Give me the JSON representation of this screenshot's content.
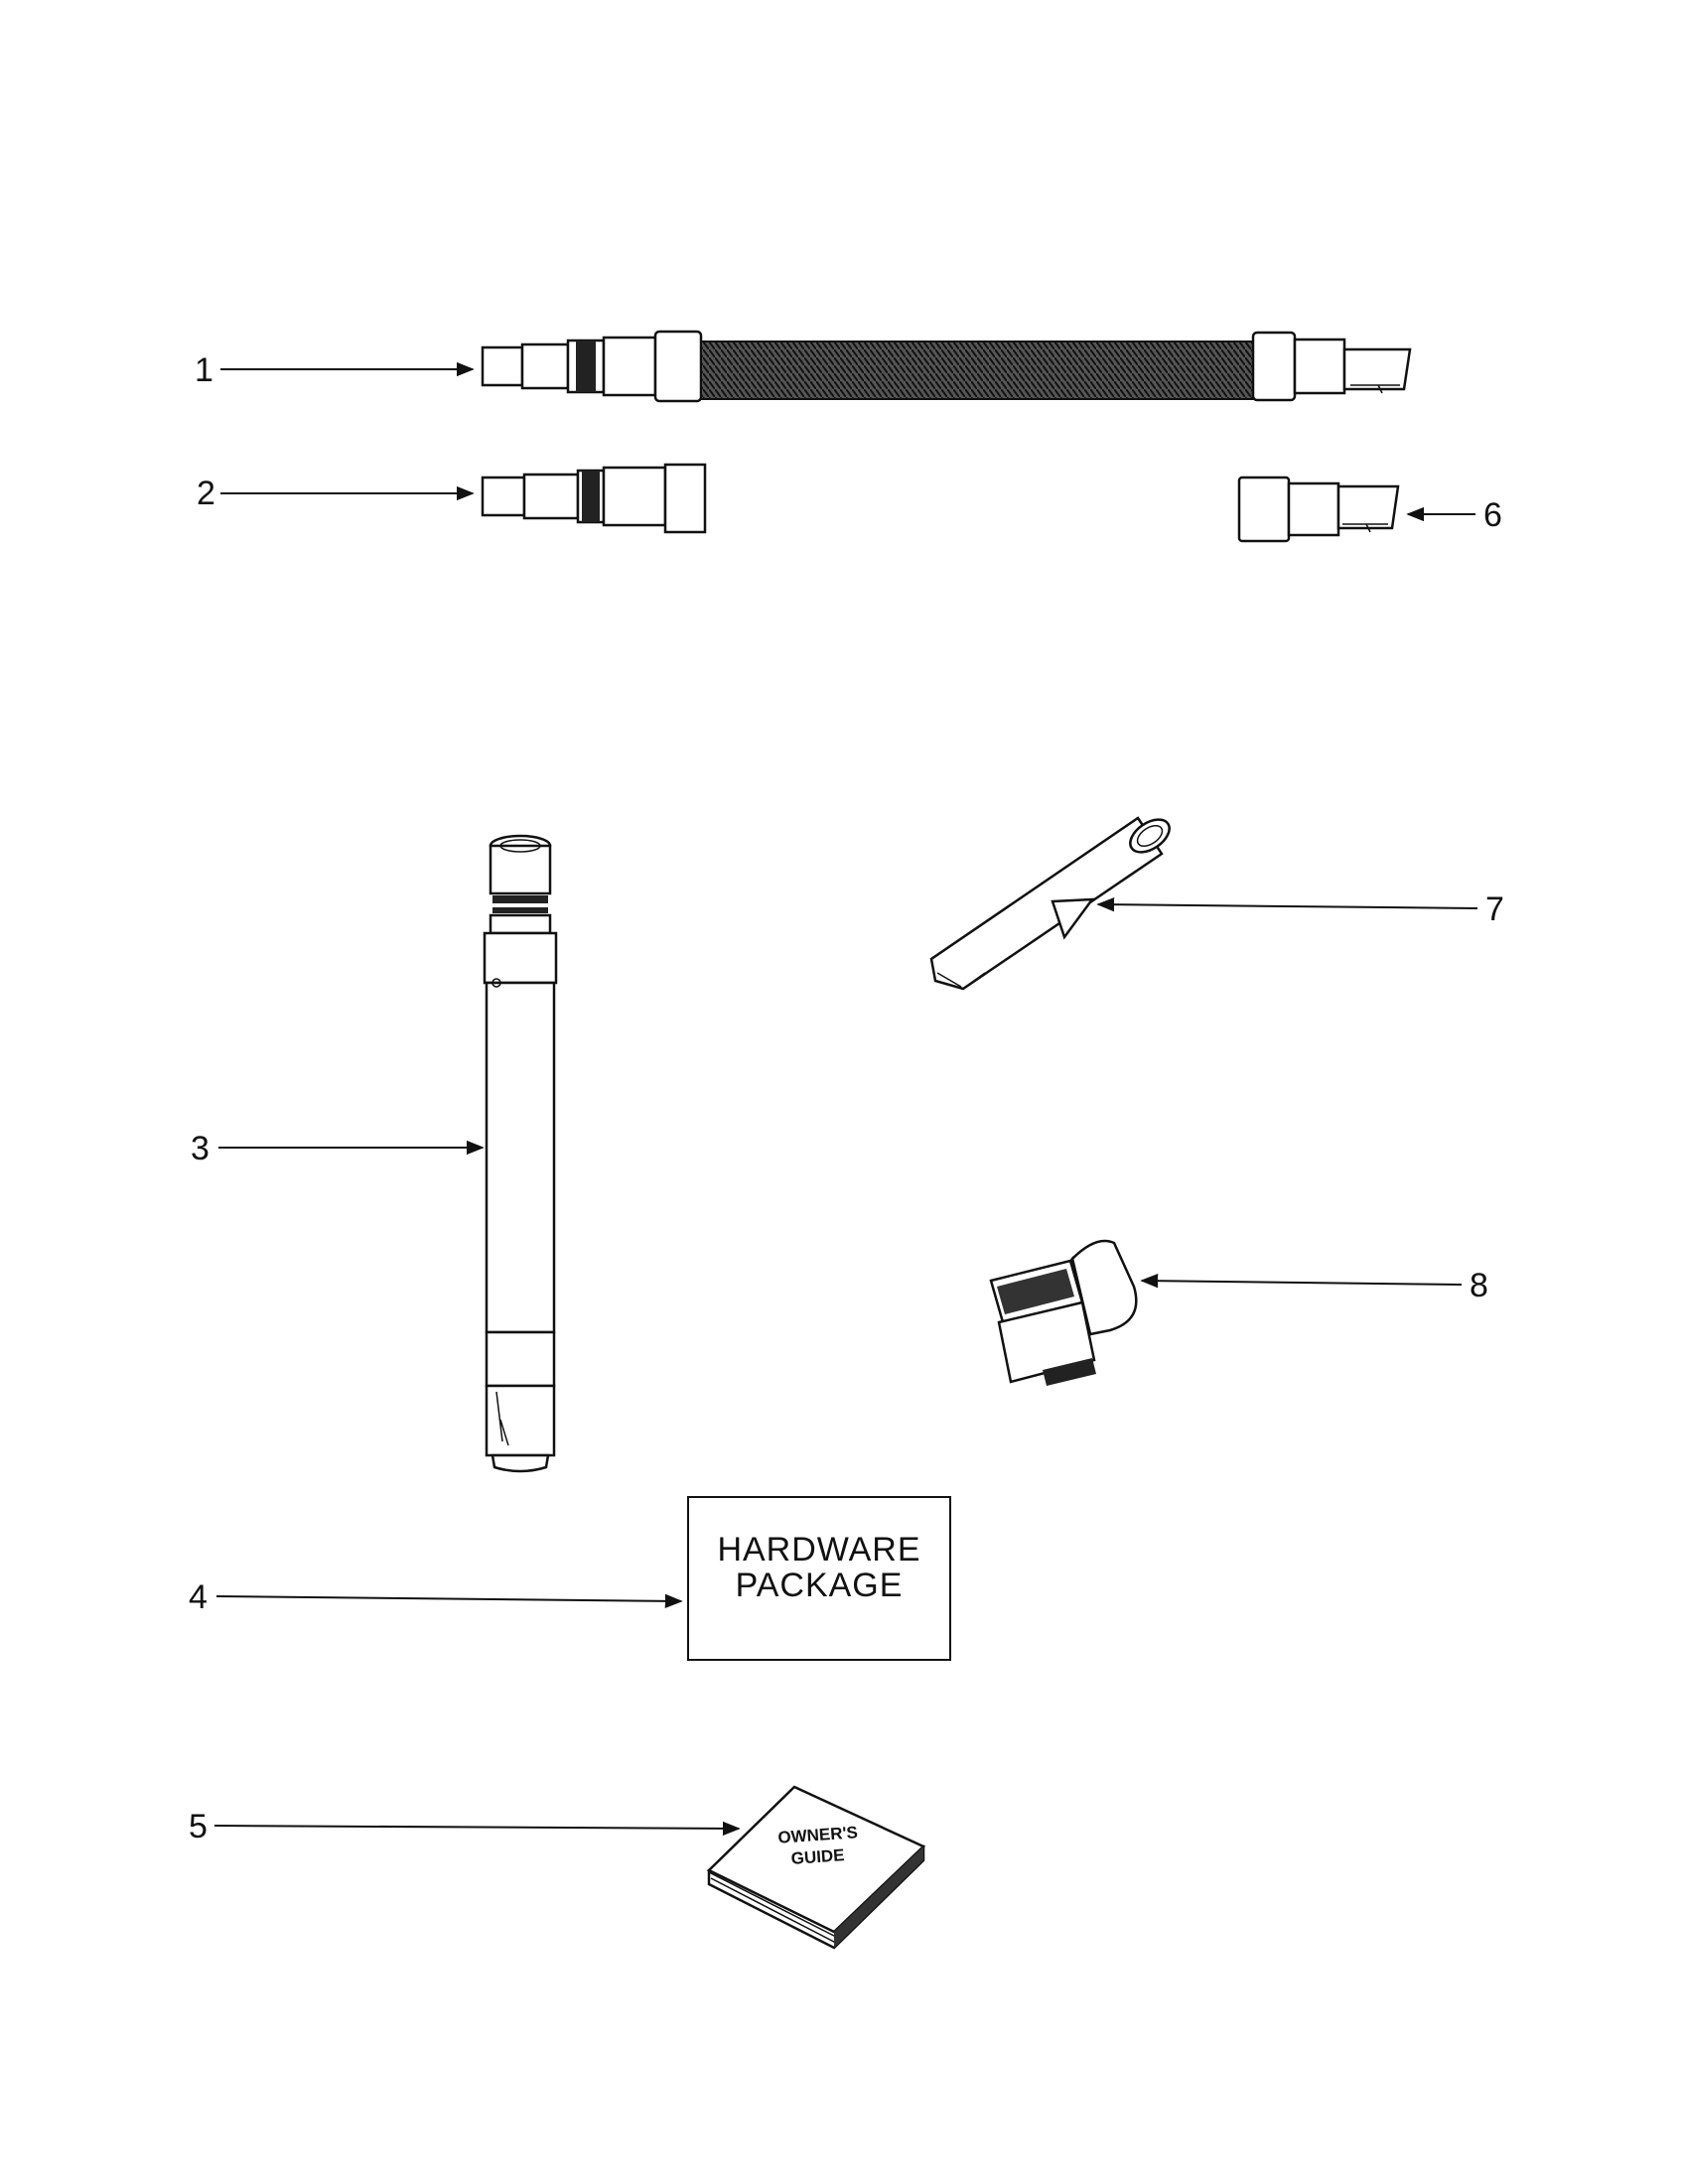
{
  "callouts": [
    {
      "id": "1",
      "label": "1"
    },
    {
      "id": "2",
      "label": "2"
    },
    {
      "id": "3",
      "label": "3"
    },
    {
      "id": "4",
      "label": "4"
    },
    {
      "id": "5",
      "label": "5"
    },
    {
      "id": "6",
      "label": "6"
    },
    {
      "id": "7",
      "label": "7"
    },
    {
      "id": "8",
      "label": "8"
    }
  ],
  "hardware_package": {
    "line1": "HARDWARE",
    "line2": "PACKAGE"
  },
  "owners_guide": {
    "line1": "OWNER'S",
    "line2": "GUIDE"
  },
  "colors": {
    "ink": "#111111",
    "paper": "#ffffff"
  }
}
